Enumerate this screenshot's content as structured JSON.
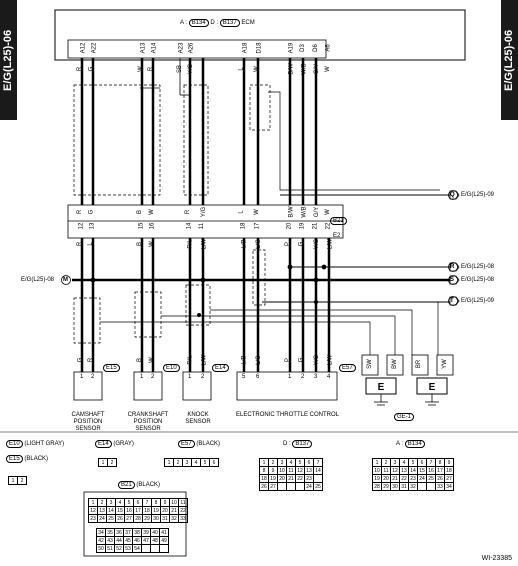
{
  "side_tab_left": "E/G(L25)-06",
  "side_tab_right": "E/G(L25)-06",
  "ecm": {
    "label_a": "A :",
    "conn_a": "B134",
    "label_d": "D :",
    "conn_d": "B137",
    "name": "ECM"
  },
  "ecm_pins": [
    "A12",
    "A22",
    "A13",
    "A14",
    "A23",
    "A26",
    "A18",
    "D18",
    "A19",
    "D3",
    "D6",
    "A6"
  ],
  "wire_colors_top": [
    "R",
    "G",
    "W",
    "R",
    "SB",
    "Y/G",
    "L",
    "W",
    "B/W",
    "W/B",
    "G/Y",
    "W"
  ],
  "b21": {
    "name": "B21",
    "e2": "E2"
  },
  "b21_pins": [
    "12",
    "13",
    "15",
    "16",
    "14",
    "11",
    "18",
    "17",
    "20",
    "19",
    "21",
    "22"
  ],
  "b21_colors_top": [
    "R",
    "G",
    "B",
    "W",
    "R",
    "Y/G",
    "L",
    "W",
    "B/W",
    "W/B",
    "G/Y",
    "W"
  ],
  "b21_colors_bottom": [
    "R",
    "L",
    "B",
    "W",
    "R/L",
    "L/W",
    "L/B",
    "L/G",
    "P",
    "G",
    "Y/G",
    "L/W"
  ],
  "offpage": {
    "q": "E/G(L25)-09",
    "r": "E/G(L25)-08",
    "s": "E/G(L25)-08",
    "t": "E/G(L25)-09",
    "m": "E/G(L25)-08"
  },
  "refs": {
    "q": "Q",
    "r": "R",
    "s": "S",
    "t": "T",
    "m": "M"
  },
  "components": {
    "e15": {
      "code": "E15",
      "name": "CAMSHAFT POSITION SENSOR",
      "pins": [
        "1",
        "2"
      ],
      "colors": [
        "G",
        "R"
      ]
    },
    "e10": {
      "code": "E10",
      "name": "CRANKSHAFT POSITION SENSOR",
      "pins": [
        "1",
        "2"
      ],
      "colors": [
        "B",
        "W"
      ]
    },
    "e14": {
      "code": "E14",
      "name": "KNOCK SENSOR",
      "pins": [
        "1",
        "2"
      ],
      "colors": [
        "R/L",
        "L/W"
      ]
    },
    "e57": {
      "code": "E57",
      "name": "ELECTRONIC THROTTLE CONTROL",
      "pins": [
        "5",
        "6",
        "1",
        "2",
        "3",
        "4"
      ],
      "colors": [
        "L/B",
        "L/G",
        "P",
        "G",
        "Y/G",
        "L/W"
      ]
    }
  },
  "ground": {
    "name": "GE-1",
    "colors": [
      "SW",
      "BW",
      "BR",
      "YW"
    ]
  },
  "legend": {
    "e10": "(LIGHT GRAY)",
    "e15": "(BLACK)",
    "e14": "(GRAY)",
    "e57": "(BLACK)",
    "d_prefix": "D :",
    "d_conn": "B137",
    "a_prefix": "A :",
    "a_conn": "B134",
    "b21_color": "(BLACK)",
    "e10_code": "E10",
    "e15_code": "E15",
    "e14_code": "E14",
    "e57_code": "E57",
    "b21_code": "B21"
  },
  "drawing_id": "WI-23385"
}
